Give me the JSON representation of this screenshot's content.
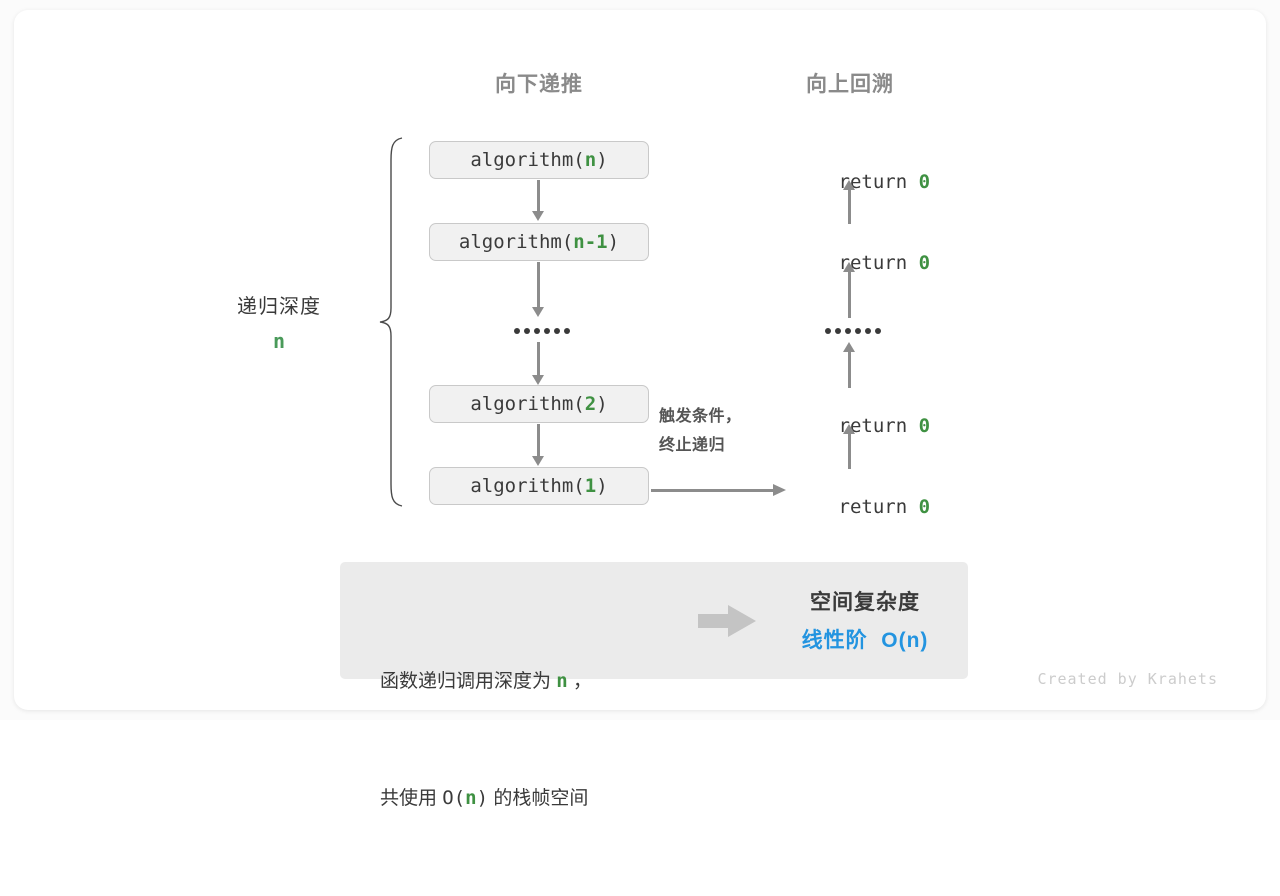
{
  "headers": {
    "down": "向下递推",
    "up": "向上回溯"
  },
  "call_stack": [
    {
      "prefix": "algorithm(",
      "arg": "n",
      "suffix": ")"
    },
    {
      "prefix": "algorithm(",
      "arg": "n-1",
      "suffix": ")"
    },
    {
      "prefix": "algorithm(",
      "arg": "2",
      "suffix": ")"
    },
    {
      "prefix": "algorithm(",
      "arg": "1",
      "suffix": ")"
    }
  ],
  "returns": [
    {
      "keyword": "return ",
      "value": "0"
    },
    {
      "keyword": "return ",
      "value": "0"
    },
    {
      "keyword": "return ",
      "value": "0"
    },
    {
      "keyword": "return ",
      "value": "0"
    }
  ],
  "depth": {
    "label": "递归深度",
    "value": "n"
  },
  "trigger_note": {
    "line1": "触发条件，",
    "line2": "终止递归"
  },
  "summary": {
    "left_line1_a": "函数递归调用深度为 ",
    "left_line1_n": "n",
    "left_line1_b": " ，",
    "left_line2_a": "共使用 ",
    "left_line2_o": "O(",
    "left_line2_n": "n",
    "left_line2_c": ")",
    "left_line2_b": " 的栈帧空间",
    "right_title": "空间复杂度",
    "right_value": "线性阶  O(n)"
  },
  "credit": "Created by Krahets",
  "colors": {
    "accent_green": "#3f9142",
    "accent_blue": "#2394e0",
    "arrow_gray": "#8c8c8c",
    "panel_gray": "#ebebeb",
    "box_fill": "#f1f1f1"
  }
}
